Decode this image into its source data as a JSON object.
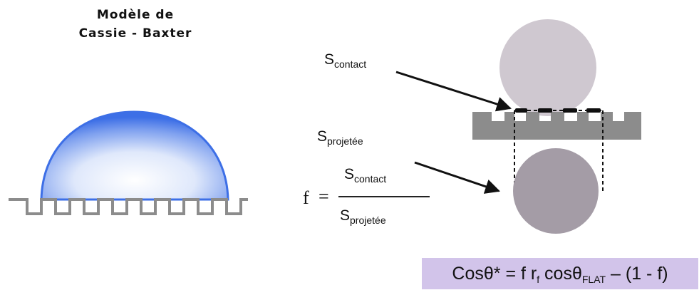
{
  "title": {
    "line1": "Modèle de",
    "line2": "Cassie - Baxter"
  },
  "labels": {
    "s_contact": {
      "base": "S",
      "sub": "contact"
    },
    "s_projetee": {
      "base": "S",
      "sub": "projetée"
    }
  },
  "fraction": {
    "variable": "f",
    "equals": "=",
    "numerator": {
      "base": "S",
      "sub": "contact"
    },
    "denominator": {
      "base": "S",
      "sub": "projetée"
    }
  },
  "formula": {
    "part1": "Cosθ* = f r",
    "sub1": "f",
    "part2": " cosθ",
    "sub2": "FLAT",
    "part3": " – (1 - f)"
  },
  "colors": {
    "droplet_blue": "#3d6fe6",
    "substrate_gray": "#8c8c8c",
    "sphere_top": "#cfc8d0",
    "sphere_bottom": "#a49ca6",
    "formula_box": "#d2c4ea"
  }
}
